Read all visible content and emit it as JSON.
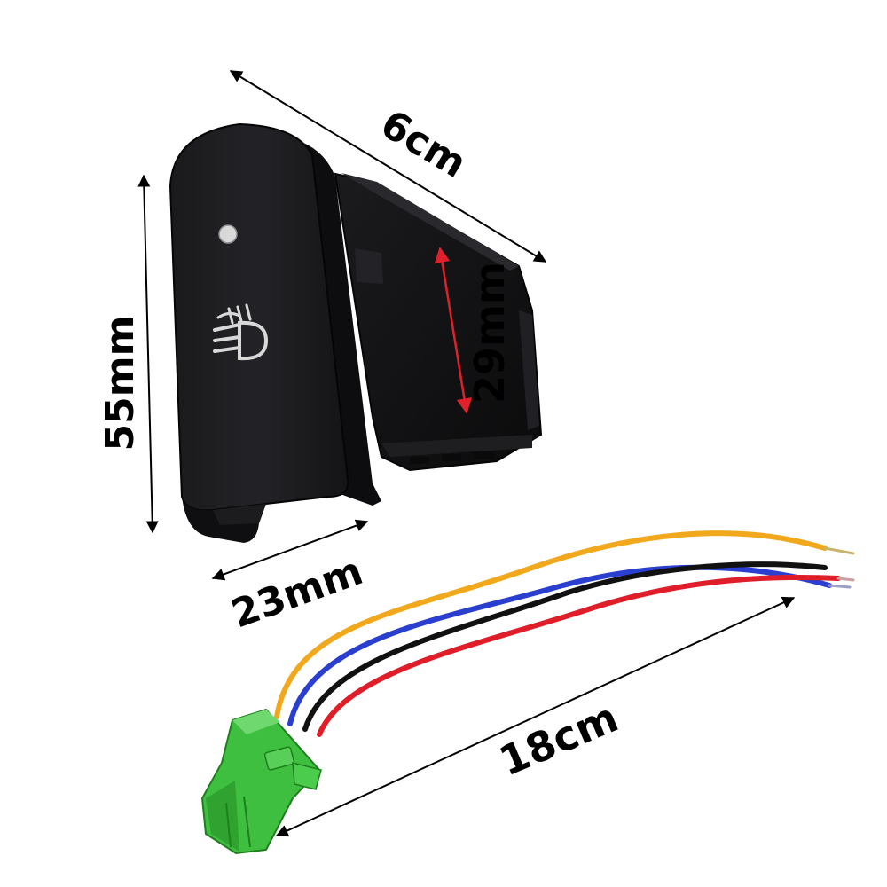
{
  "dimensions": {
    "width": "6cm",
    "height": "55mm",
    "depth": "29mm",
    "thickness": "23mm",
    "cable_length": "18cm"
  },
  "colors": {
    "background": "#ffffff",
    "switch_body": "#141416",
    "connector": "#3fbf3f",
    "wire_orange": "#f2a81d",
    "wire_blue": "#2a3ed0",
    "wire_black": "#111111",
    "wire_red": "#e01e2a",
    "depth_arrow": "#e0202a"
  },
  "icons": [
    "indicator-led-icon",
    "fog-light-icon"
  ]
}
